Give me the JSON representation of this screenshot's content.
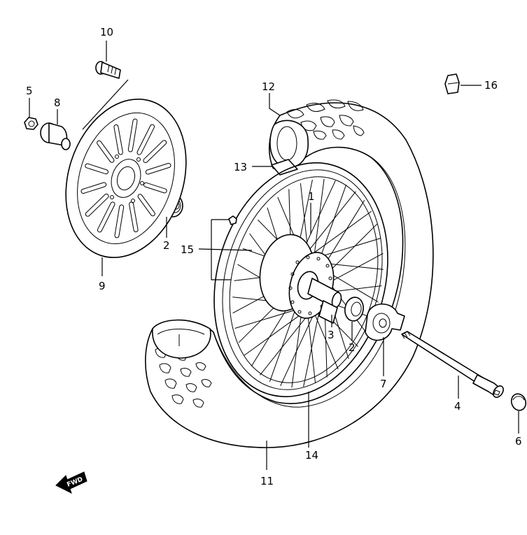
{
  "callouts": {
    "c1": "1",
    "c2a": "2",
    "c2b": "2",
    "c3": "3",
    "c4": "4",
    "c5": "5",
    "c6": "6",
    "c7": "7",
    "c8": "8",
    "c9": "9",
    "c10": "10",
    "c11": "11",
    "c12": "12",
    "c13": "13",
    "c14": "14",
    "c15": "15",
    "c16": "16"
  },
  "direction_badge": {
    "label": "FWD",
    "fill": "#000000"
  }
}
